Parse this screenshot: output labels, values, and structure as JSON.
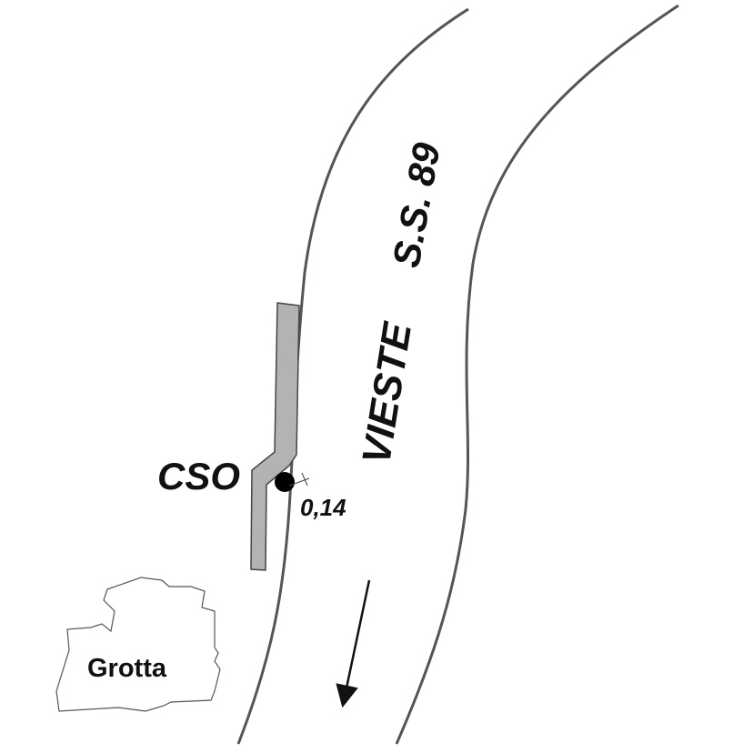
{
  "labels": {
    "road_number": "S.S. 89",
    "road_direction": "VIESTE",
    "station": "CSO",
    "distance": "0,14",
    "place": "Grotta"
  },
  "colors": {
    "road_edge": "#555555",
    "path_fill": "#b3b3b3",
    "path_stroke": "#444444",
    "station_marker": "#000000",
    "text": "#111111"
  },
  "icons": {
    "station": "filled-circle-marker",
    "direction": "arrow-down-left"
  }
}
